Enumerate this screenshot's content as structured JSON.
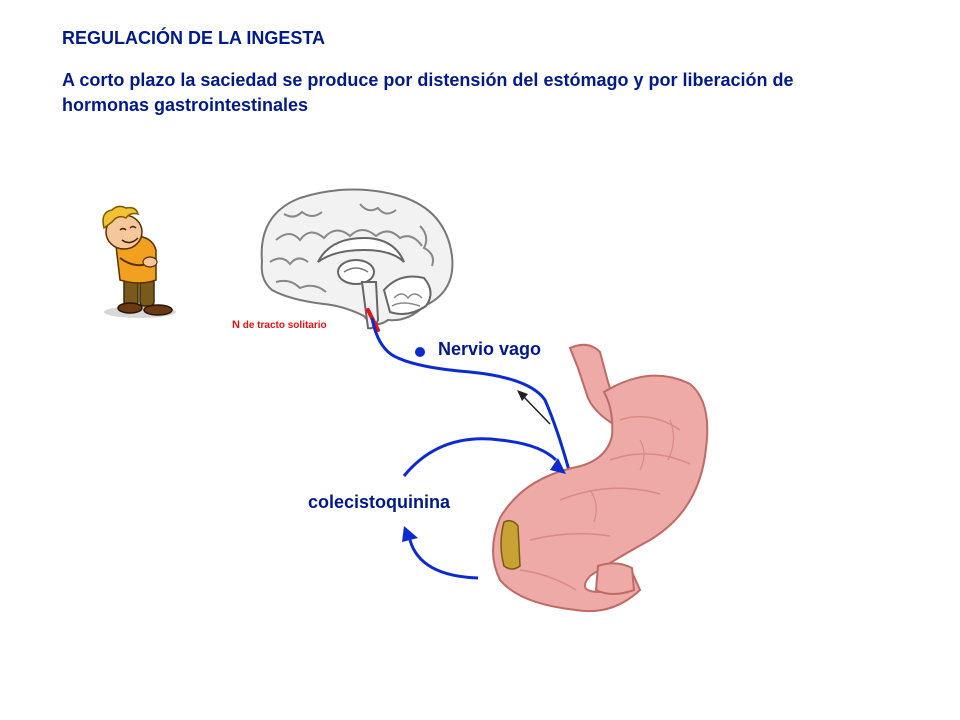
{
  "title": "REGULACIÓN  DE LA INGESTA",
  "subtitle": "A corto plazo la saciedad se produce por distensión del estómago y por liberación de hormonas gastrointestinales",
  "labels": {
    "nucleus_prefix": "N",
    "nucleus_rest": " de tracto  solitario",
    "vagus": "Nervio vago",
    "cck": "colecistoquinina"
  },
  "colors": {
    "text": "#001a8c",
    "nerve": "#0b2bd1",
    "nucleus": "#e81212",
    "brain": "#8a8a8a",
    "stomach": "#eeaaa6",
    "stomach_outline": "#c06a66"
  }
}
